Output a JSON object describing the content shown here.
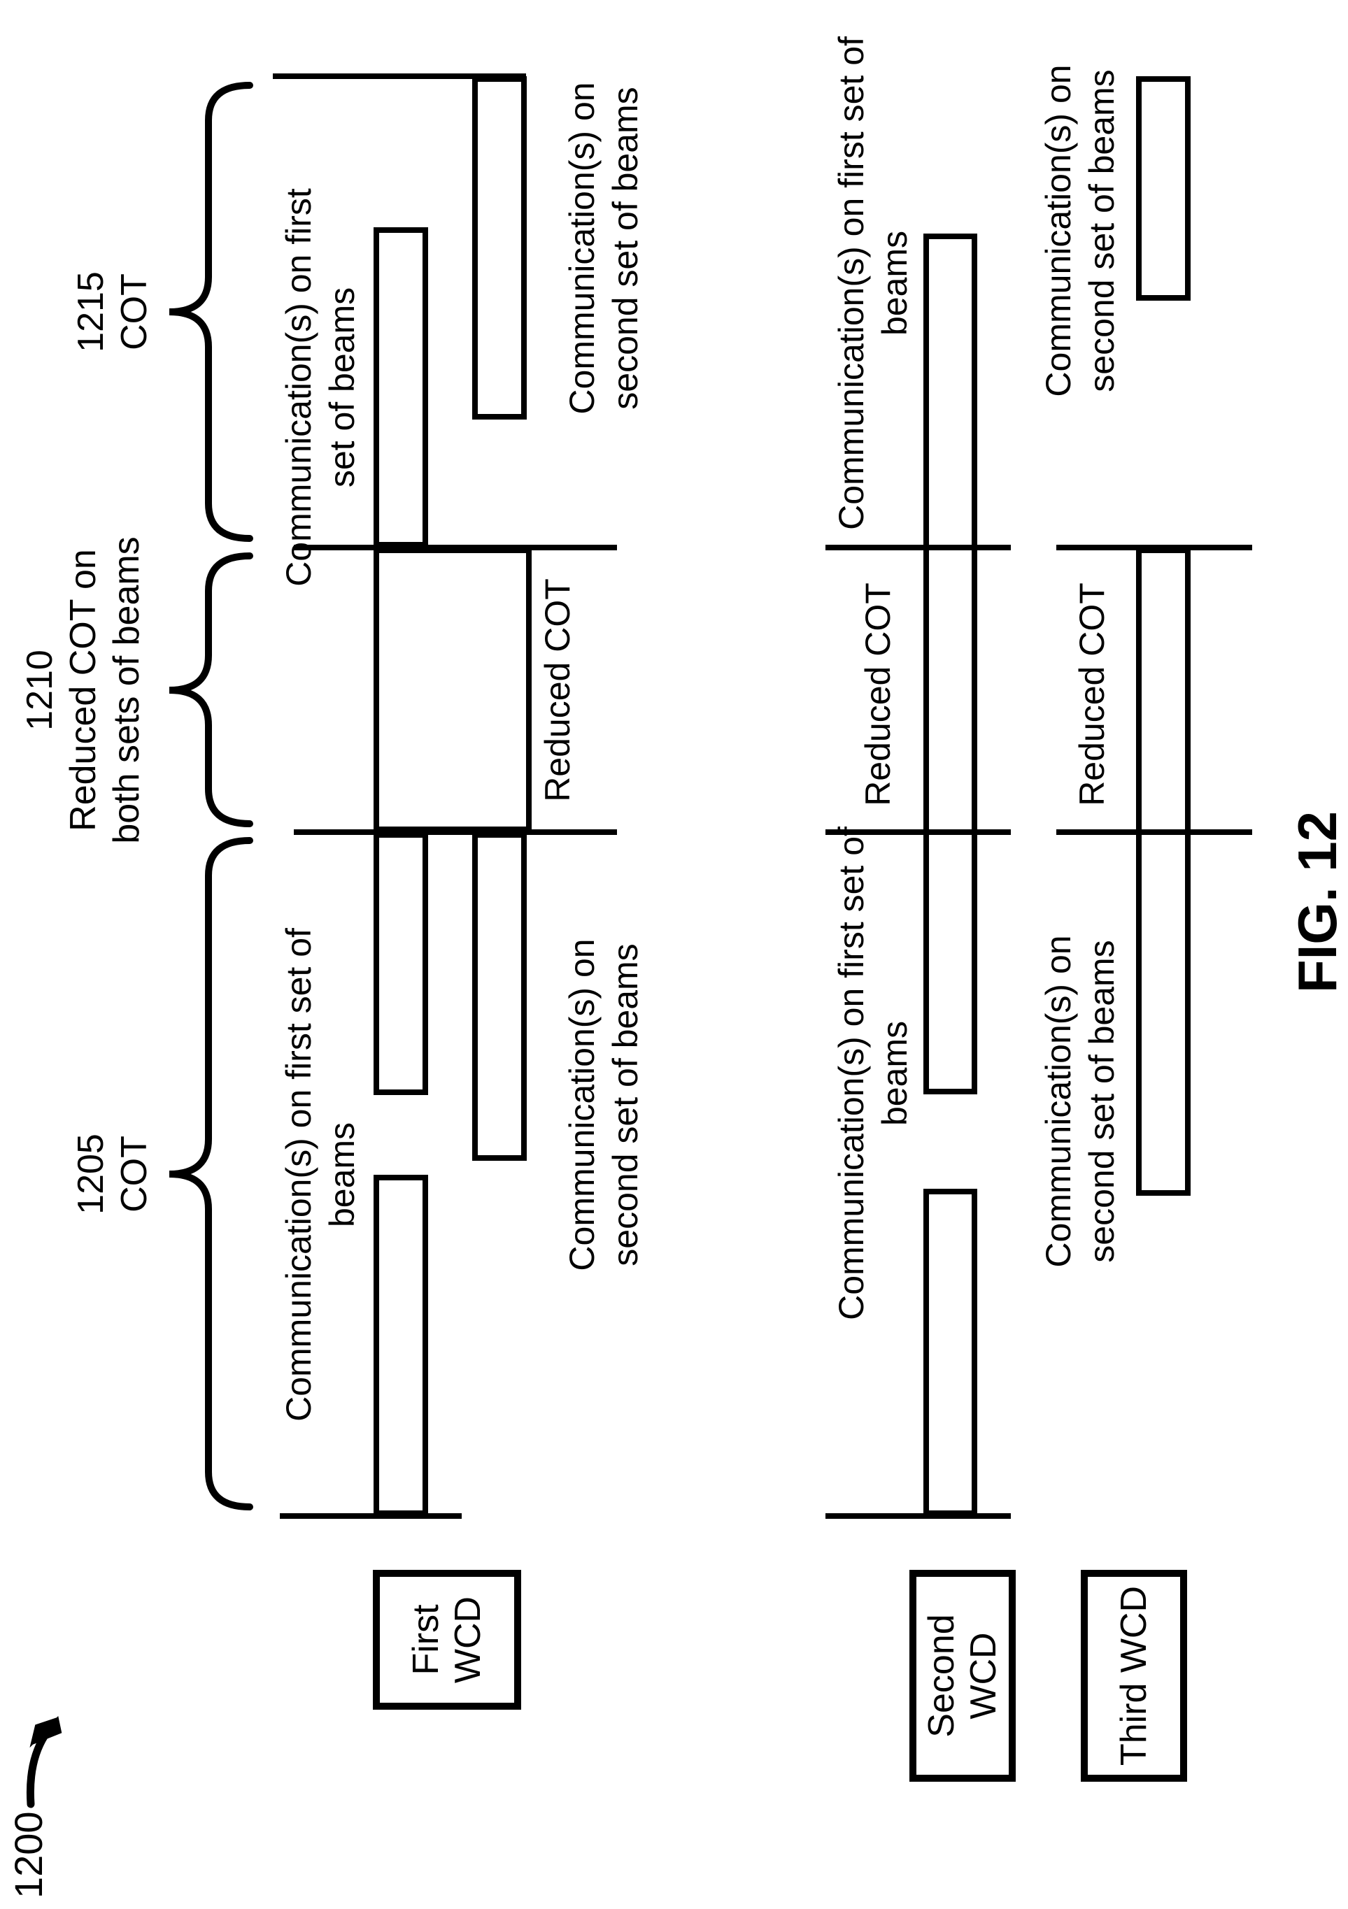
{
  "figure": {
    "ref": "1200",
    "caption": "FIG. 12"
  },
  "braces": {
    "cot1205": [
      "1205",
      "COT"
    ],
    "cot1210": [
      "1210",
      "Reduced COT on",
      "both sets of beams"
    ],
    "cot1215": [
      "1215",
      "COT"
    ]
  },
  "labels": {
    "comm_first_wrapA": [
      "Communication(s) on first set of",
      "beams"
    ],
    "comm_first_wrapB": [
      "Communication(s) on first",
      "set of beams"
    ],
    "comm_second": [
      "Communication(s) on",
      "second set of beams"
    ],
    "reduced_cot": "Reduced COT"
  },
  "devices": {
    "first": "First WCD",
    "second": [
      "Second",
      "WCD"
    ],
    "third": "Third WCD"
  }
}
